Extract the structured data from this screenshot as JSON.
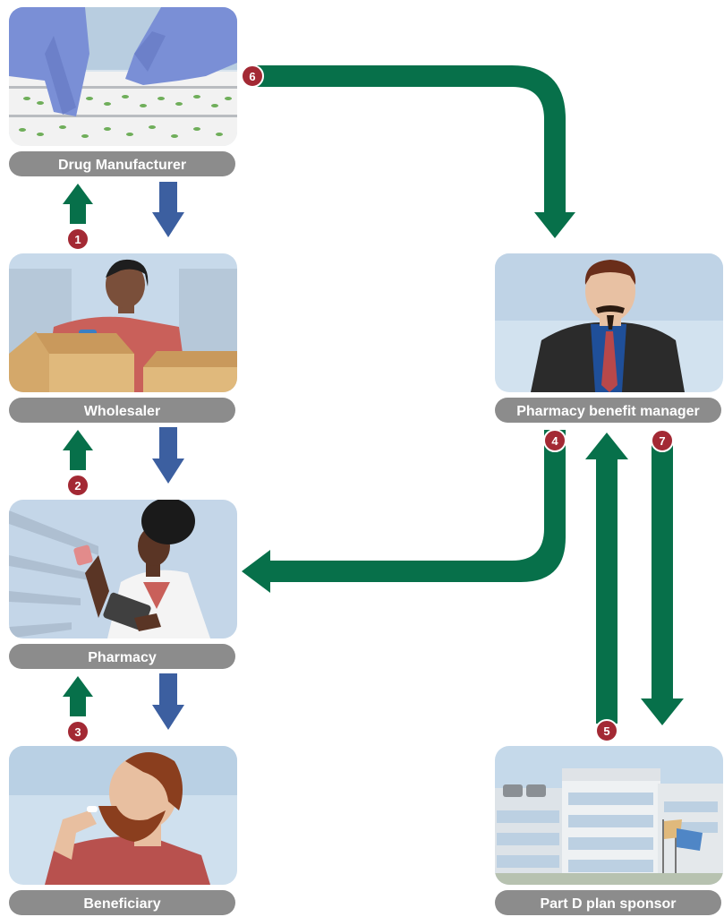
{
  "nodes": {
    "drug_manufacturer": {
      "label": "Drug Manufacturer",
      "icon": "gloved-hands-pill-tray"
    },
    "wholesaler": {
      "label": "Wholesaler",
      "icon": "worker-with-boxes"
    },
    "pharmacy": {
      "label": "Pharmacy",
      "icon": "pharmacist-with-tablet"
    },
    "beneficiary": {
      "label": "Beneficiary",
      "icon": "man-taking-pill"
    },
    "pbm": {
      "label": "Pharmacy benefit manager",
      "icon": "businessman"
    },
    "plan_sponsor": {
      "label": "Part D plan sponsor",
      "icon": "office-building"
    }
  },
  "flows": {
    "f1": "1",
    "f2": "2",
    "f3": "3",
    "f4": "4",
    "f5": "5",
    "f6": "6",
    "f7": "7"
  },
  "colors": {
    "money_flow": "#07704a",
    "product_flow": "#3c5fa0",
    "badge": "#a32934",
    "label_bg": "#8c8c8c",
    "sky": "#c7d9ea"
  }
}
